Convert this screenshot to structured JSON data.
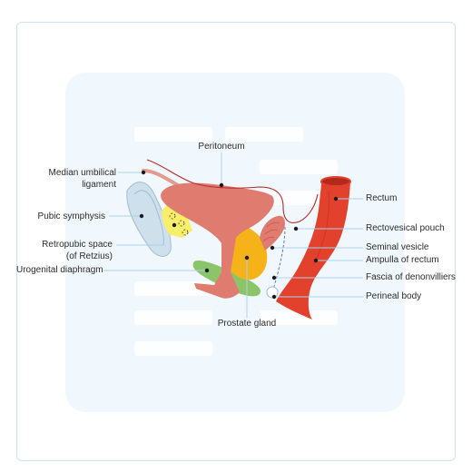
{
  "diagram": {
    "labels": {
      "peritoneum": "Peritoneum",
      "median_umbilical_ligament_1": "Median umbilical",
      "median_umbilical_ligament_2": "ligament",
      "pubic_symphysis": "Pubic symphysis",
      "retropubic_space_1": "Retropubic space",
      "retropubic_space_2": "(of Retzius)",
      "urogenital_diaphragm": "Urogenital diaphragm",
      "prostate_gland": "Prostate gland",
      "rectum": "Rectum",
      "rectovesical_pouch": "Rectovesical pouch",
      "seminal_vesicle": "Seminal vesicle",
      "ampulla_of_rectum": "Ampulla of rectum",
      "fascia_of_denonvilliers": "Fascia of denonvilliers",
      "perineal_body": "Perineal body"
    },
    "colors": {
      "bladder": "#e07b6f",
      "prostate": "#f5b319",
      "rectum": "#e2412e",
      "pubis": "#c9dcea",
      "diaphragm": "#8cc46a",
      "fat": "#f7ef6a",
      "leader": "#a9d2ea",
      "pointer": "#1a1a1a"
    }
  }
}
